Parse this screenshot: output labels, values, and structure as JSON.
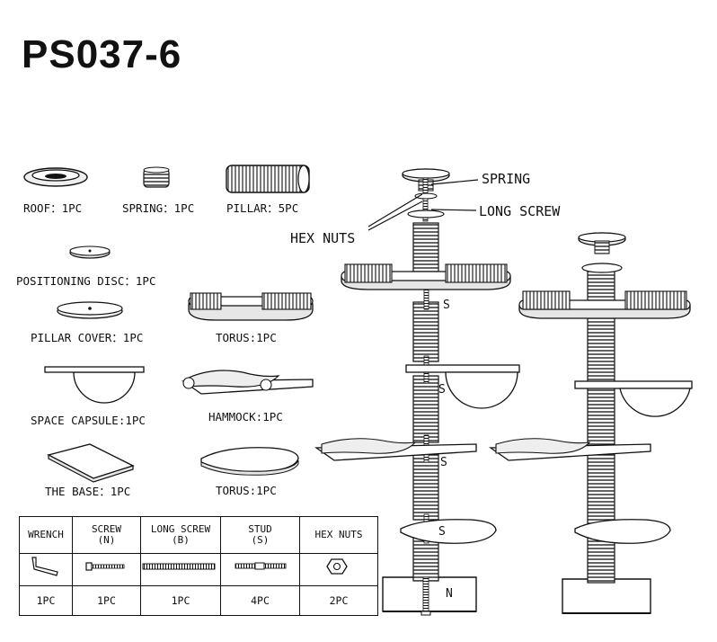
{
  "title": "PS037-6",
  "parts": {
    "roof": "ROOF：1PC",
    "spring": "SPRING：1PC",
    "pillar": "PILLAR：5PC",
    "positioning_disc": "POSITIONING DISC：1PC",
    "pillar_cover": "PILLAR COVER：1PC",
    "torus_top": "TORUS:1PC",
    "space_capsule": "SPACE CAPSULE:1PC",
    "hammock": "HAMMOCK:1PC",
    "the_base": "THE BASE：1PC",
    "torus_bottom": "TORUS:1PC"
  },
  "callouts": {
    "spring": "SPRING",
    "long_screw": "LONG SCREW",
    "hex_nuts": "HEX NUTS"
  },
  "tags": {
    "s1": "S",
    "s2": "S",
    "s3": "S",
    "s4": "S",
    "n": "N"
  },
  "hardware": {
    "columns": [
      {
        "name": "WRENCH",
        "code": "",
        "qty": "1PC",
        "icon": "wrench-icon"
      },
      {
        "name": "SCREW",
        "code": "(N)",
        "qty": "1PC",
        "icon": "screw-icon"
      },
      {
        "name": "LONG SCREW",
        "code": "(B)",
        "qty": "1PC",
        "icon": "long-screw-icon"
      },
      {
        "name": "STUD",
        "code": "(S)",
        "qty": "4PC",
        "icon": "stud-icon"
      },
      {
        "name": "HEX NUTS",
        "code": "",
        "qty": "2PC",
        "icon": "hex-nut-icon"
      }
    ]
  }
}
